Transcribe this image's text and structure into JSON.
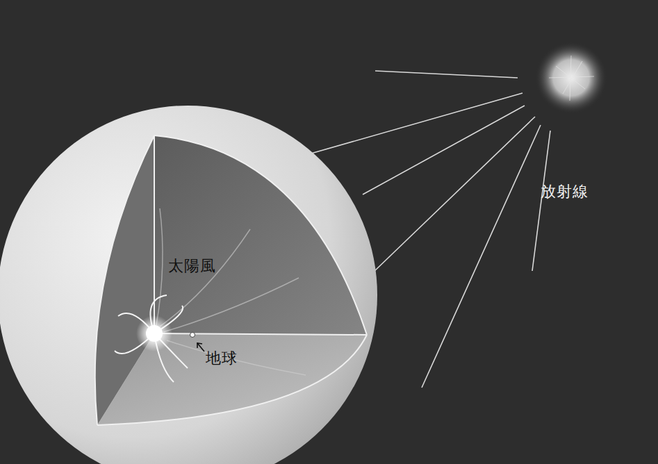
{
  "diagram": {
    "labels": [
      "太陽風",
      "地球",
      "放射線"
    ]
  }
}
